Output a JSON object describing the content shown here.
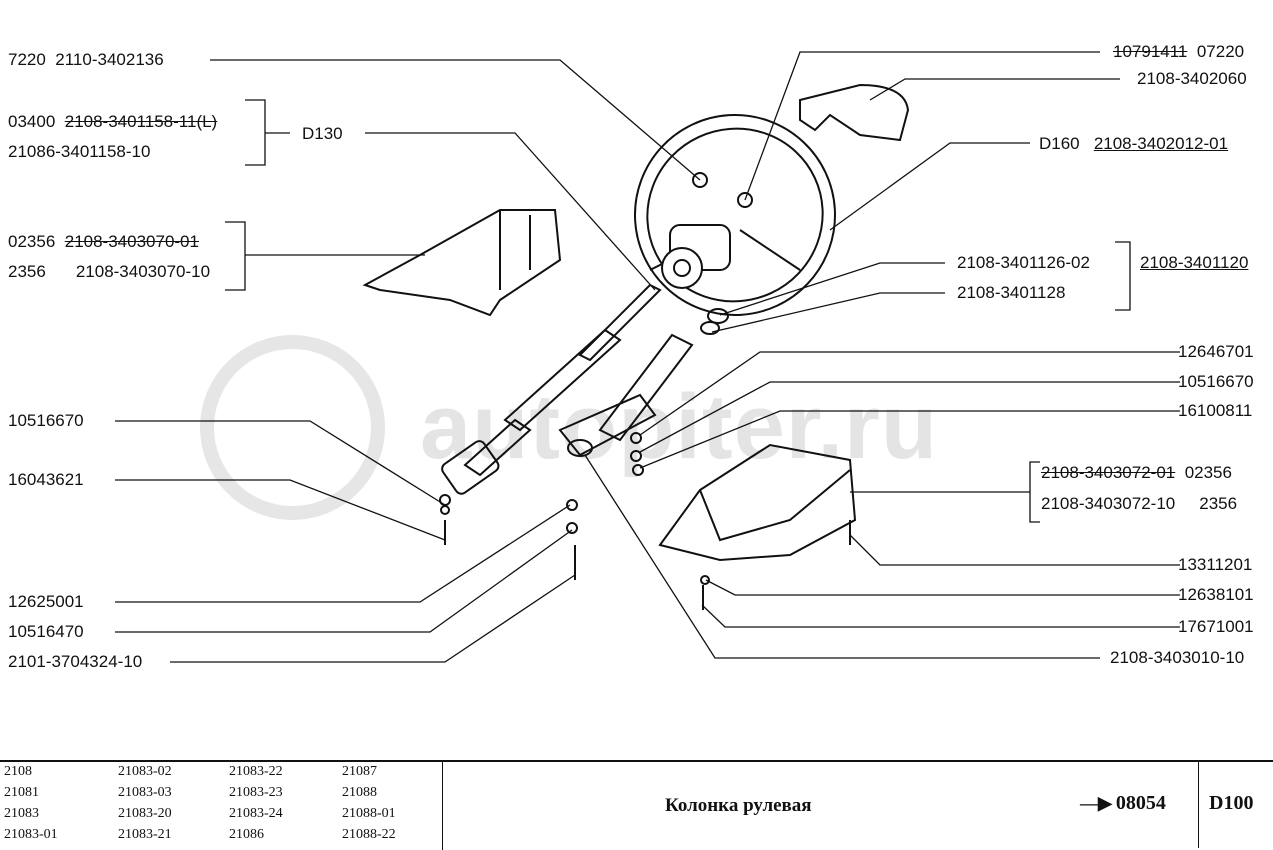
{
  "watermark": "autopiter.ru",
  "labels_left": {
    "l1": {
      "a": "7220",
      "b": "2110-3402136"
    },
    "l2a": {
      "a": "03400",
      "b": "2108-3401158-11(L)"
    },
    "l2b": "21086-3401158-10",
    "d130": "D130",
    "l3a": {
      "a": "02356",
      "b": "2108-3403070-01"
    },
    "l3b": {
      "a": "2356",
      "b": "2108-3403070-10"
    },
    "l4": "10516670",
    "l5": "16043621",
    "l6": "12625001",
    "l7": "10516470",
    "l8": "2101-3704324-10"
  },
  "labels_right": {
    "r1": {
      "a": "10791411",
      "b": "07220"
    },
    "r2": "2108-3402060",
    "r3": {
      "a": "D160",
      "b": "2108-3402012-01"
    },
    "r4": "2108-3401126-02",
    "r5": "2108-3401128",
    "r45": "2108-3401120",
    "r6": "12646701",
    "r7": "10516670",
    "r8": "16100811",
    "r9a": {
      "a": "2108-3403072-01",
      "b": "02356"
    },
    "r9b": {
      "a": "2108-3403072-10",
      "b": "2356"
    },
    "r10": "13311201",
    "r11": "12638101",
    "r12": "17671001",
    "r13": "2108-3403010-10"
  },
  "footer": {
    "models": [
      "2108",
      "21083-02",
      "21083-22",
      "21087",
      "21081",
      "21083-03",
      "21083-23",
      "21088",
      "21083",
      "21083-20",
      "21083-24",
      "21088-01",
      "21083-01",
      "21083-21",
      "21086",
      "21088-22"
    ],
    "title": "Колонка рулевая",
    "reference": "08054",
    "code": "D100"
  }
}
